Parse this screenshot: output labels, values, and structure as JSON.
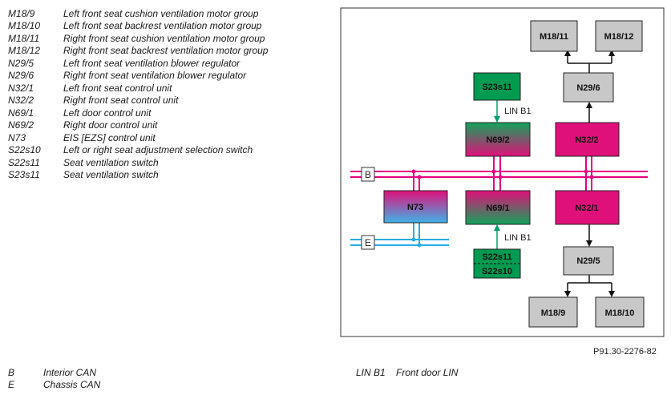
{
  "legend": [
    {
      "code": "M18/9",
      "desc": "Left front seat cushion ventilation motor group"
    },
    {
      "code": "M18/10",
      "desc": "Left front seat backrest ventilation motor group"
    },
    {
      "code": "M18/11",
      "desc": "Right front seat cushion ventilation motor group"
    },
    {
      "code": "M18/12",
      "desc": "Right front seat backrest ventilation motor group"
    },
    {
      "code": "N29/5",
      "desc": "Left front seat ventilation blower regulator"
    },
    {
      "code": "N29/6",
      "desc": "Right front seat ventilation blower regulator"
    },
    {
      "code": "N32/1",
      "desc": "Left front seat control unit"
    },
    {
      "code": "N32/2",
      "desc": "Right front seat control unit"
    },
    {
      "code": "N69/1",
      "desc": "Left door control unit"
    },
    {
      "code": "N69/2",
      "desc": "Right door control unit"
    },
    {
      "code": "N73",
      "desc": "EIS [EZS] control unit"
    },
    {
      "code": "S22s10",
      "desc": "Left or right seat adjustment selection switch"
    },
    {
      "code": "S22s11",
      "desc": "Seat ventilation switch"
    },
    {
      "code": "S23s11",
      "desc": "Seat ventilation switch"
    }
  ],
  "bus_legend": [
    {
      "code": "B",
      "desc": "Interior CAN"
    },
    {
      "code": "E",
      "desc": "Chassis CAN"
    }
  ],
  "lin_legend": {
    "code": "LIN B1",
    "desc": "Front door LIN"
  },
  "figure_ref": "P91.30-2276-82",
  "diagram": {
    "bus_b_label": "B",
    "bus_e_label": "E",
    "lin_top_label": "LIN B1",
    "lin_bottom_label": "LIN B1",
    "boxes": {
      "m18_11": "M18/11",
      "m18_12": "M18/12",
      "n29_6": "N29/6",
      "s23s11": "S23s11",
      "n69_2": "N69/2",
      "n32_2": "N32/2",
      "n73": "N73",
      "n69_1": "N69/1",
      "n32_1": "N32/1",
      "s22s11": "S22s11",
      "s22s10": "S22s10",
      "n29_5": "N29/5",
      "m18_9": "M18/9",
      "m18_10": "M18/10"
    },
    "colors": {
      "interior_can": "#e6007e",
      "chassis_can": "#29abe2",
      "lin": "#00a070",
      "switch_green": "#009a50",
      "seat_unit_magenta": "#e0107a",
      "component_grey": "#c8c8c8"
    }
  }
}
